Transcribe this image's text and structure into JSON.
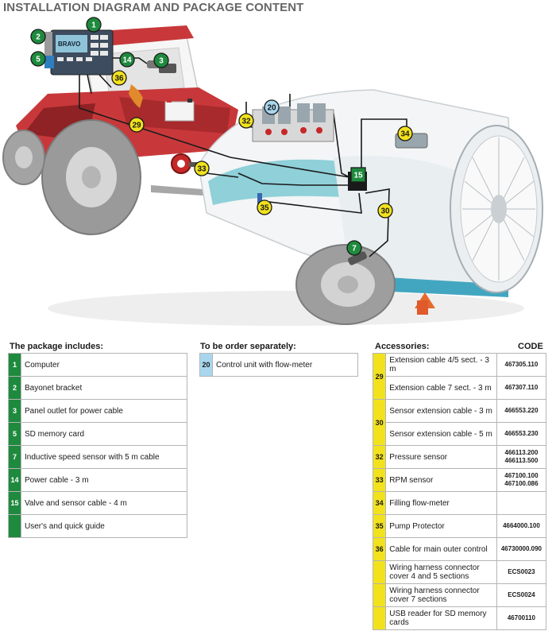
{
  "title": "INSTALLATION DIAGRAM AND PACKAGE CONTENT",
  "colors": {
    "green": "#1e8a3d",
    "light_blue": "#a8d6ee",
    "yellow": "#f2e21e",
    "tractor_red": "#c8383a",
    "tank_teal": "#7cc9d3"
  },
  "diagram": {
    "badges": [
      {
        "n": "1",
        "color": "green"
      },
      {
        "n": "2",
        "color": "green"
      },
      {
        "n": "5",
        "color": "green"
      },
      {
        "n": "14",
        "color": "green"
      },
      {
        "n": "3",
        "color": "green"
      },
      {
        "n": "36",
        "color": "yellow"
      },
      {
        "n": "29",
        "color": "yellow"
      },
      {
        "n": "33",
        "color": "yellow"
      },
      {
        "n": "32",
        "color": "yellow"
      },
      {
        "n": "20",
        "color": "blue"
      },
      {
        "n": "15",
        "color": "green"
      },
      {
        "n": "34",
        "color": "yellow"
      },
      {
        "n": "35",
        "color": "yellow"
      },
      {
        "n": "30",
        "color": "yellow"
      },
      {
        "n": "7",
        "color": "green"
      }
    ],
    "computer_display": "BRAVO"
  },
  "package": {
    "heading": "The package includes:",
    "rows": [
      {
        "num": "1",
        "label": "Computer"
      },
      {
        "num": "2",
        "label": "Bayonet bracket"
      },
      {
        "num": "3",
        "label": "Panel outlet for power cable"
      },
      {
        "num": "5",
        "label": "SD memory card"
      },
      {
        "num": "7",
        "label": "Inductive speed sensor with 5 m cable"
      },
      {
        "num": "14",
        "label": "Power cable - 3 m"
      },
      {
        "num": "15",
        "label": "Valve and sensor cable - 4 m"
      },
      {
        "num": "",
        "label": "User's and quick guide"
      }
    ]
  },
  "separate": {
    "heading": "To be order separately:",
    "rows": [
      {
        "num": "20",
        "label": "Control unit with flow-meter"
      }
    ]
  },
  "accessories": {
    "heading": "Accessories:",
    "code_heading": "CODE",
    "rows": [
      {
        "num": "29",
        "label": "Extension cable 4/5 sect. - 3 m",
        "codes": [
          "467305.110"
        ]
      },
      {
        "num": "29",
        "label": "Extension cable 7 sect. - 3 m",
        "codes": [
          "467307.110"
        ]
      },
      {
        "num": "30",
        "label": "Sensor extension cable - 3 m",
        "codes": [
          "466553.220"
        ]
      },
      {
        "num": "30",
        "label": "Sensor extension cable - 5 m",
        "codes": [
          "466553.230"
        ]
      },
      {
        "num": "32",
        "label": "Pressure sensor",
        "codes": [
          "466113.200",
          "466113.500"
        ]
      },
      {
        "num": "33",
        "label": "RPM sensor",
        "codes": [
          "467100.100",
          "467100.086"
        ]
      },
      {
        "num": "34",
        "label": "Filling flow-meter",
        "codes": []
      },
      {
        "num": "35",
        "label": "Pump Protector",
        "codes": [
          "4664000.100"
        ]
      },
      {
        "num": "36",
        "label": "Cable for main outer control",
        "codes": [
          "46730000.090"
        ]
      },
      {
        "num": "",
        "label": "Wiring harness connector cover 4 and 5 sections",
        "codes": [
          "ECS0023"
        ]
      },
      {
        "num": "",
        "label": "Wiring harness connector cover 7 sections",
        "codes": [
          "ECS0024"
        ]
      },
      {
        "num": "",
        "label": "USB reader for SD memory cards",
        "codes": [
          "46700110"
        ]
      }
    ]
  }
}
